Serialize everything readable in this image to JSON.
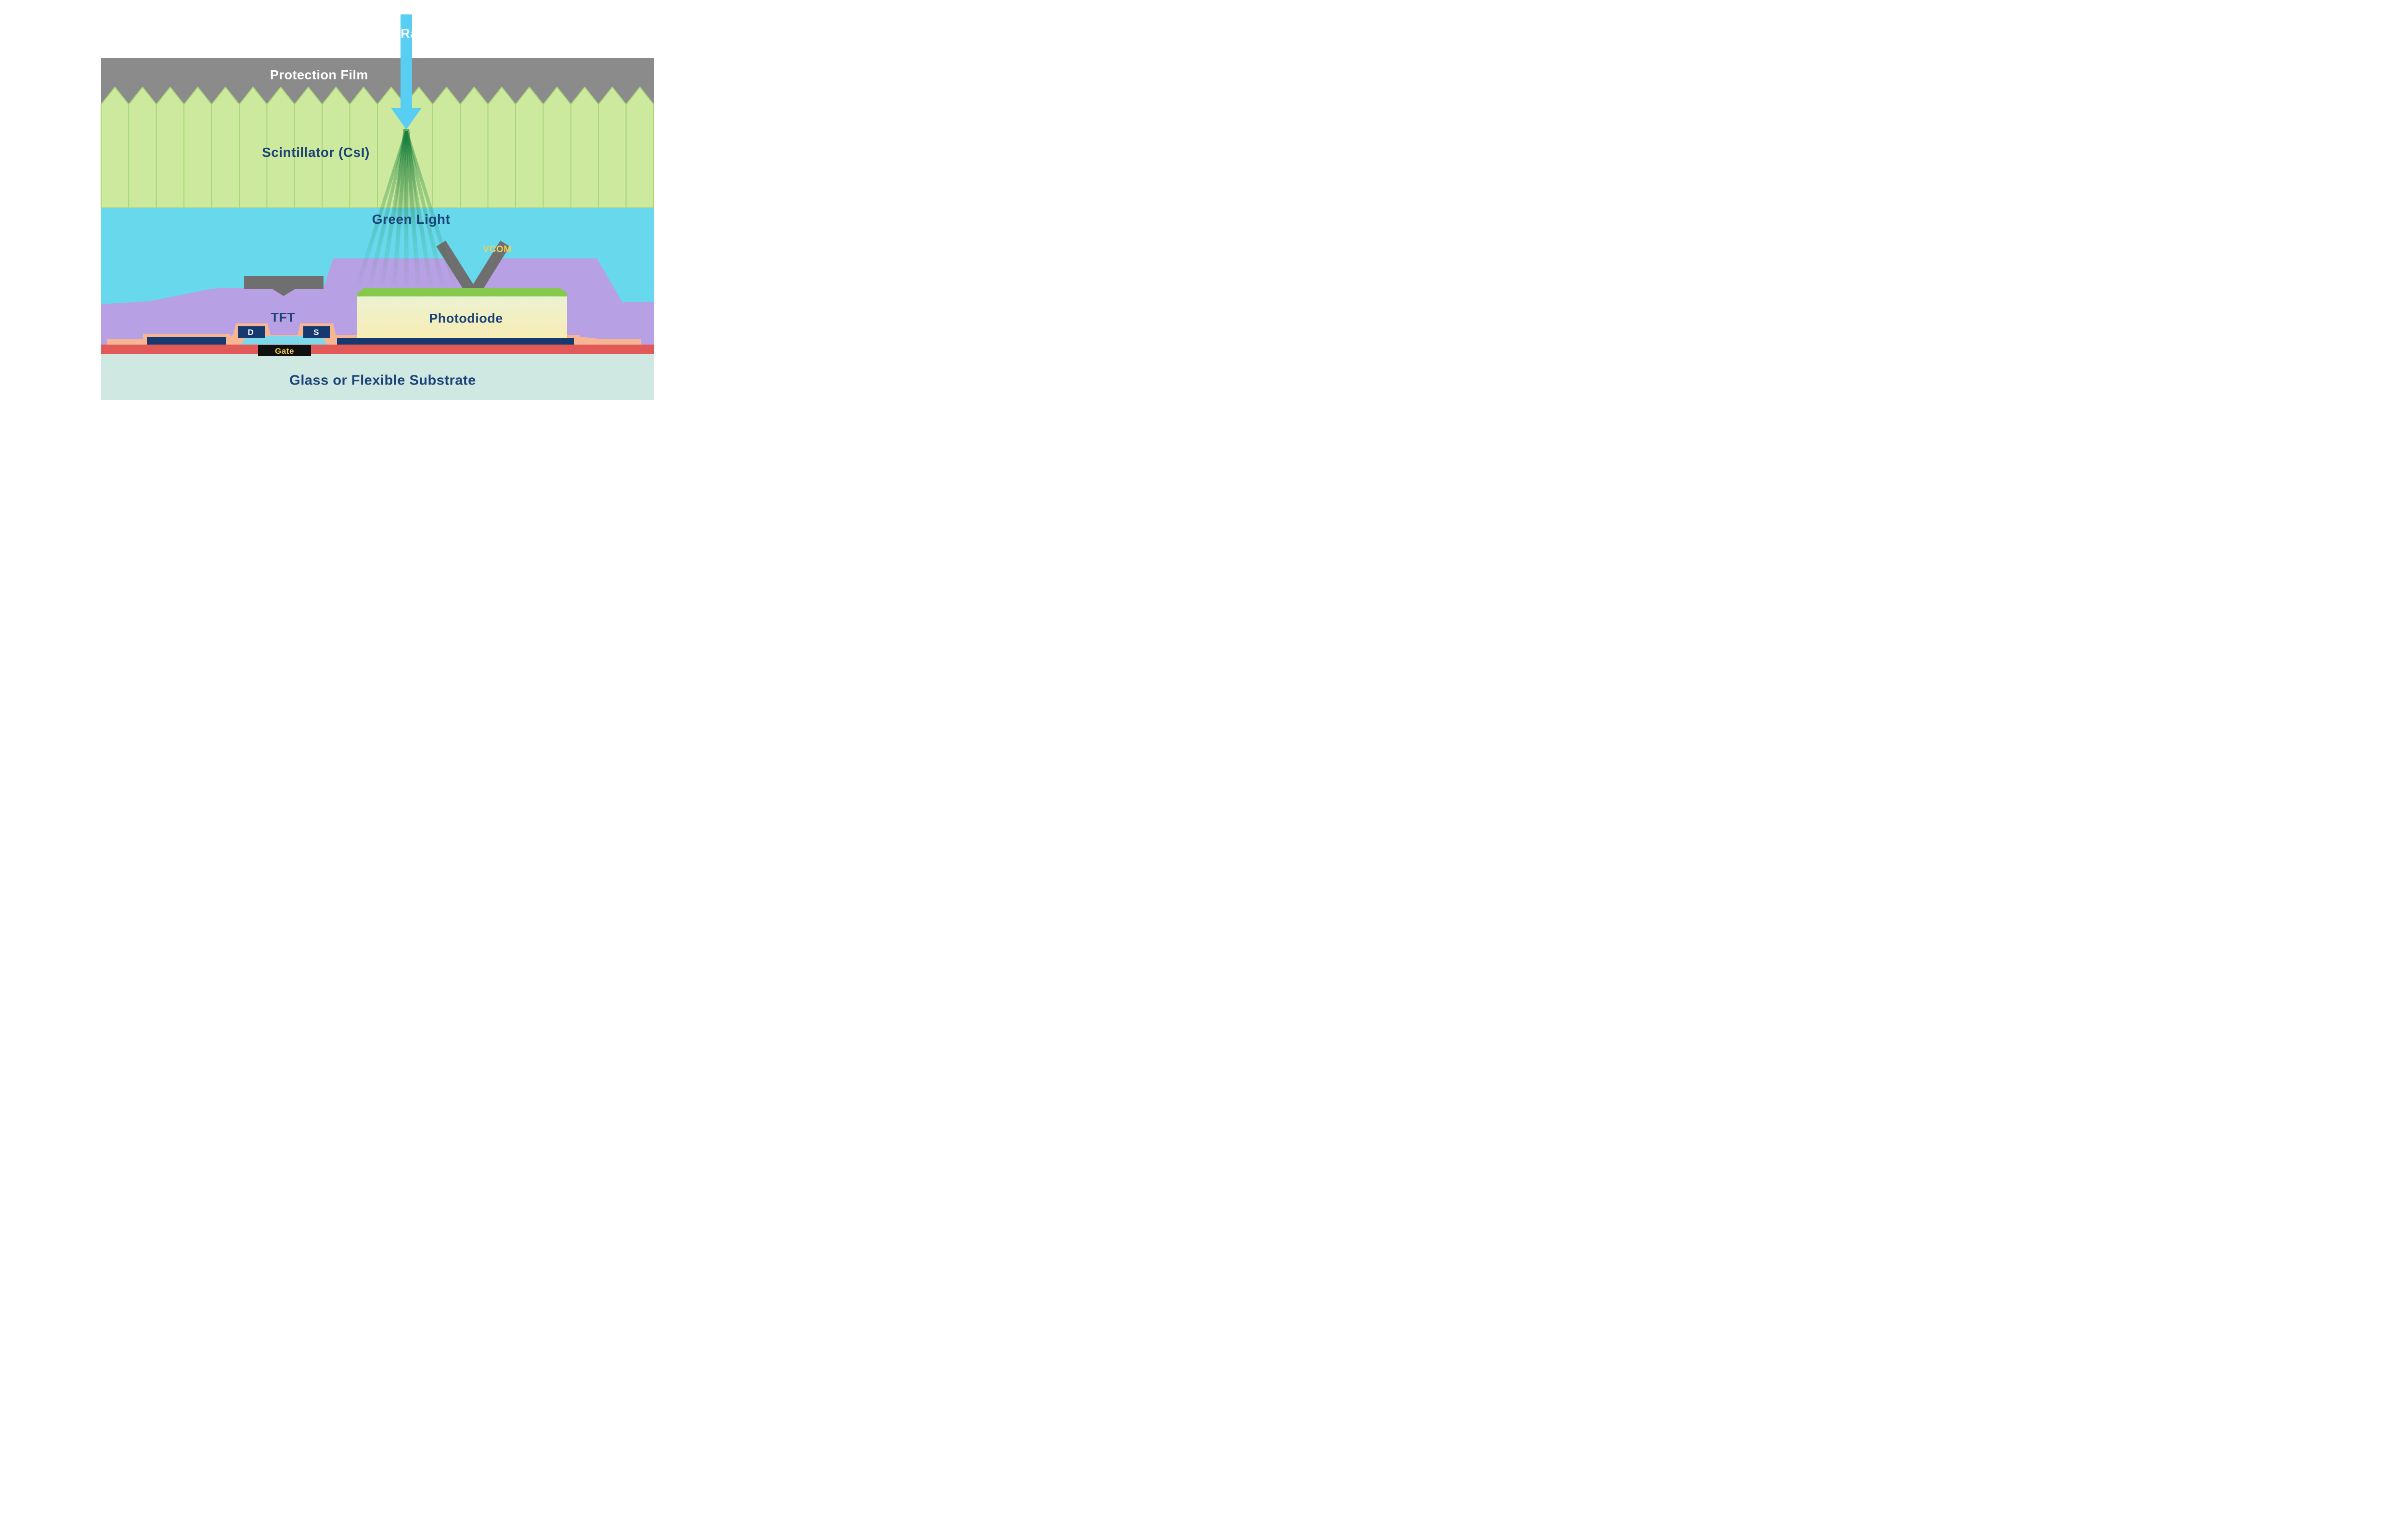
{
  "labels": {
    "xray": "X-Ray",
    "protection_film": "Protection Film",
    "scintillator": "Scintillator (CsI)",
    "green_light": "Green Light",
    "vcom": "VCOM",
    "photodiode": "Photodiode",
    "tft": "TFT",
    "drain": "D",
    "source": "S",
    "gate": "Gate",
    "substrate": "Glass or Flexible Substrate"
  },
  "colors": {
    "background": "#ffffff",
    "protection_film": "#8b8b8b",
    "scintillator_fill": "#cde99e",
    "scintillator_stroke": "#a9d678",
    "cyan_layer": "#68d8ec",
    "xray_arrow": "#58cef2",
    "purple_layer": "#b7a0e3",
    "gray_electrode": "#6f6f6f",
    "photodiode_top": "#86ca4d",
    "photodiode_fill_top": "#eaf2d3",
    "photodiode_fill_bottom": "#f8edb5",
    "metal_navy": "#163a70",
    "salmon": "#f6b693",
    "channel_cyan": "#7ed8e9",
    "gate_black": "#101010",
    "red_layer": "#e25a58",
    "substrate": "#cfe8e2",
    "green_light_ray": "#15803d",
    "text_navy": "#1c4377",
    "text_white": "#ffffff",
    "text_yellow": "#f3cf56"
  }
}
